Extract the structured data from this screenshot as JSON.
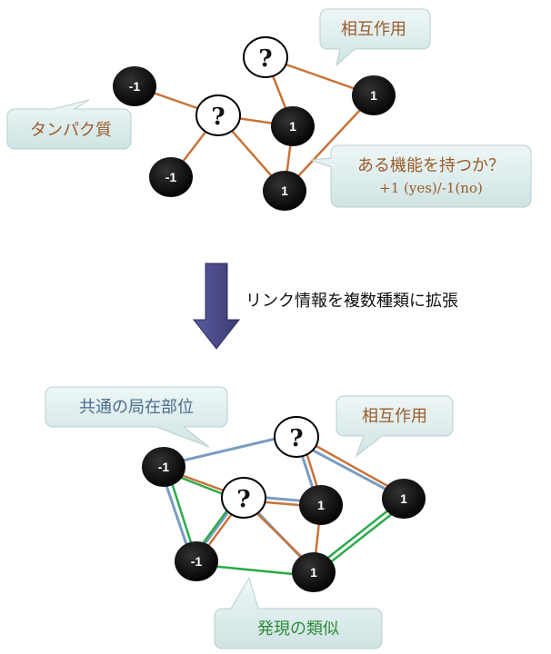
{
  "colors": {
    "interaction_edge": "#C8733A",
    "localization_edge": "#7A9CC0",
    "expression_edge": "#2BAA4A",
    "node_fill": "#000000",
    "unknown_fill": "#ffffff",
    "callout_fill": "#DDEEEE",
    "callout_brown_text": "#9B5A2A",
    "callout_green_text": "#2E8B3A",
    "callout_blue_text": "#4A6C8E",
    "arrow_fill": "#4B4C8C"
  },
  "top": {
    "nodes": [
      {
        "id": "a",
        "label": "-1"
      },
      {
        "id": "q1",
        "label": "?"
      },
      {
        "id": "q2",
        "label": "?"
      },
      {
        "id": "b",
        "label": "1"
      },
      {
        "id": "c",
        "label": "1"
      },
      {
        "id": "d",
        "label": "-1"
      },
      {
        "id": "e",
        "label": "1"
      }
    ],
    "callouts": {
      "interaction": "相互作用",
      "protein": "タンパク質",
      "function_q": "ある機能を持つか？",
      "function_vals": "+1 (yes)/-1(no)"
    }
  },
  "arrow": {
    "label": "リンク情報を複数種類に拡張"
  },
  "bottom": {
    "nodes": [
      {
        "id": "a",
        "label": "-1"
      },
      {
        "id": "q1",
        "label": "?"
      },
      {
        "id": "q2",
        "label": "?"
      },
      {
        "id": "b",
        "label": "1"
      },
      {
        "id": "c",
        "label": "1"
      },
      {
        "id": "d",
        "label": "-1"
      },
      {
        "id": "e",
        "label": "1"
      }
    ],
    "callouts": {
      "localization": "共通の局在部位",
      "interaction": "相互作用",
      "expression": "発現の類似"
    }
  }
}
